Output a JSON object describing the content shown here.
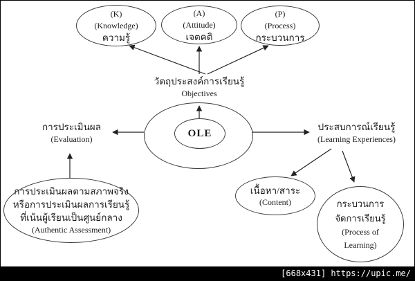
{
  "page": {
    "watermark": "[668x431] https://upic.me/"
  },
  "colors": {
    "background": "#ffffff",
    "line": "#3c3c3c",
    "text": "#1a1a1a",
    "bar_background": "#000000",
    "bar_text": "#ffffff"
  },
  "nodes": {
    "knowledge": {
      "lines": [
        "(K)",
        "(Knowledge)",
        "ความรู้"
      ]
    },
    "attitude": {
      "lines": [
        "(A)",
        "(Attitude)",
        "เจตคติ"
      ]
    },
    "process": {
      "lines": [
        "(P)",
        "(Process)",
        "กระบวนการ"
      ]
    },
    "objectives": {
      "thai": "วัตถุประสงค์การเรียนรู้",
      "english": "Objectives"
    },
    "ole": {
      "label": "OLE"
    },
    "evaluation": {
      "thai": "การประเมินผล",
      "english": "(Evaluation)"
    },
    "learning_experiences": {
      "thai": "ประสบการณ์เรียนรู้",
      "english": "(Learning Experiences)"
    },
    "authentic_assessment": {
      "lines": [
        "การประเมินผลตามสภาพจริง",
        "หรือการประเมินผลการเรียนรู้",
        "ที่เน้นผู้เรียนเป็นศูนย์กลาง",
        "(Authentic Assessment)"
      ]
    },
    "content": {
      "lines": [
        "เนื้อหา/สาระ",
        "(Content)"
      ]
    },
    "process_of_learning": {
      "lines": [
        "กระบวนการ",
        "จัดการเรียนรู้",
        "(Process of",
        "Learning)"
      ]
    }
  }
}
